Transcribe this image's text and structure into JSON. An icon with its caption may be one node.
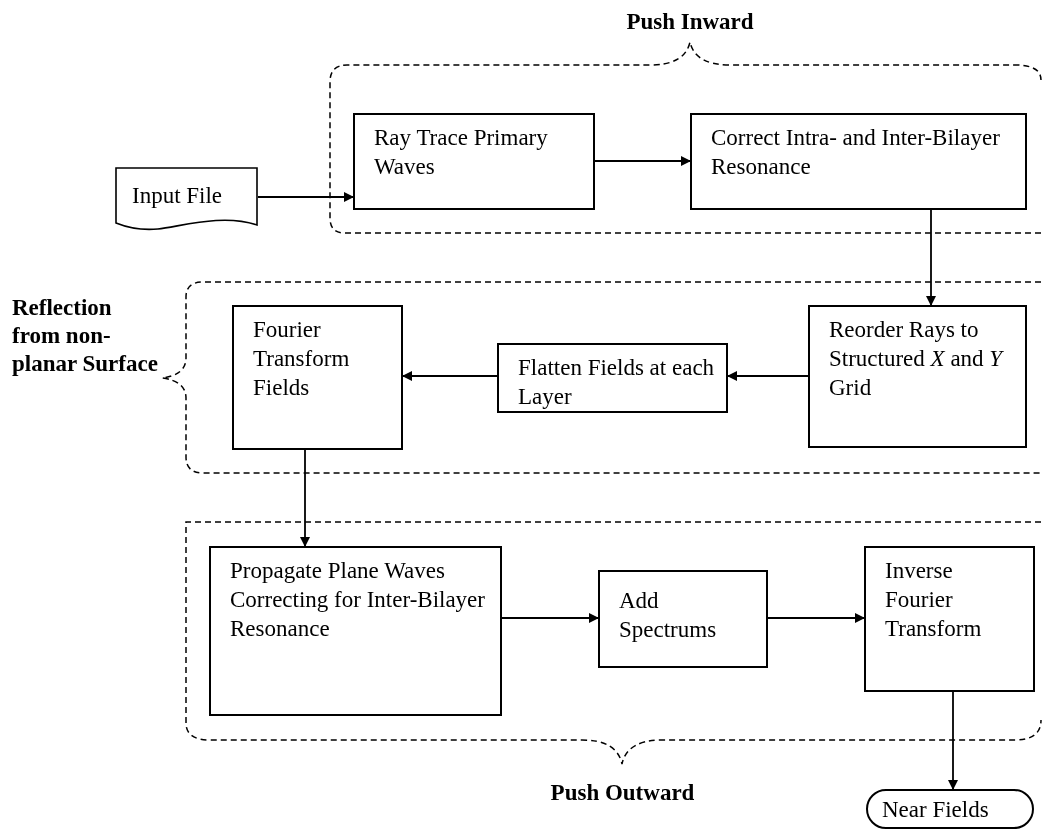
{
  "diagram": {
    "nodes": [
      {
        "text": [
          "Input File"
        ]
      },
      {
        "text": [
          "Ray Trace Primary Waves"
        ]
      },
      {
        "text": [
          "Correct Intra- and Inter-Bilayer Resonance"
        ]
      },
      {
        "text": [
          "Reorder Rays to Structured *X* and *Y* Grid"
        ]
      },
      {
        "text": [
          "Flatten Fields at each Layer"
        ]
      },
      {
        "text": [
          "Fourier Transform Fields"
        ]
      },
      {
        "text": [
          "Propagate Plane Waves Correcting for Inter-Bilayer Resonance"
        ]
      },
      {
        "text": [
          "Add Spectrums"
        ]
      },
      {
        "text": [
          "Inverse Fourier Transform"
        ]
      },
      {
        "text": [
          "Near Fields"
        ]
      }
    ],
    "edges": [
      {
        "from": 0,
        "to": 1,
        "arrow": "to"
      },
      {
        "from": 1,
        "to": 2,
        "arrow": "to"
      },
      {
        "from": 2,
        "to": 3,
        "arrow": "to"
      },
      {
        "from": 3,
        "to": 4,
        "arrow": "to"
      },
      {
        "from": 4,
        "to": 5,
        "arrow": "to"
      },
      {
        "from": 5,
        "to": 6,
        "arrow": "to"
      },
      {
        "from": 6,
        "to": 7,
        "arrow": "to"
      },
      {
        "from": 7,
        "to": 8,
        "arrow": "to"
      },
      {
        "from": 8,
        "to": 9,
        "arrow": "to"
      }
    ],
    "labels": [
      "Push Inward",
      "Reflection from non-planar Surface",
      "Push Outward"
    ]
  }
}
